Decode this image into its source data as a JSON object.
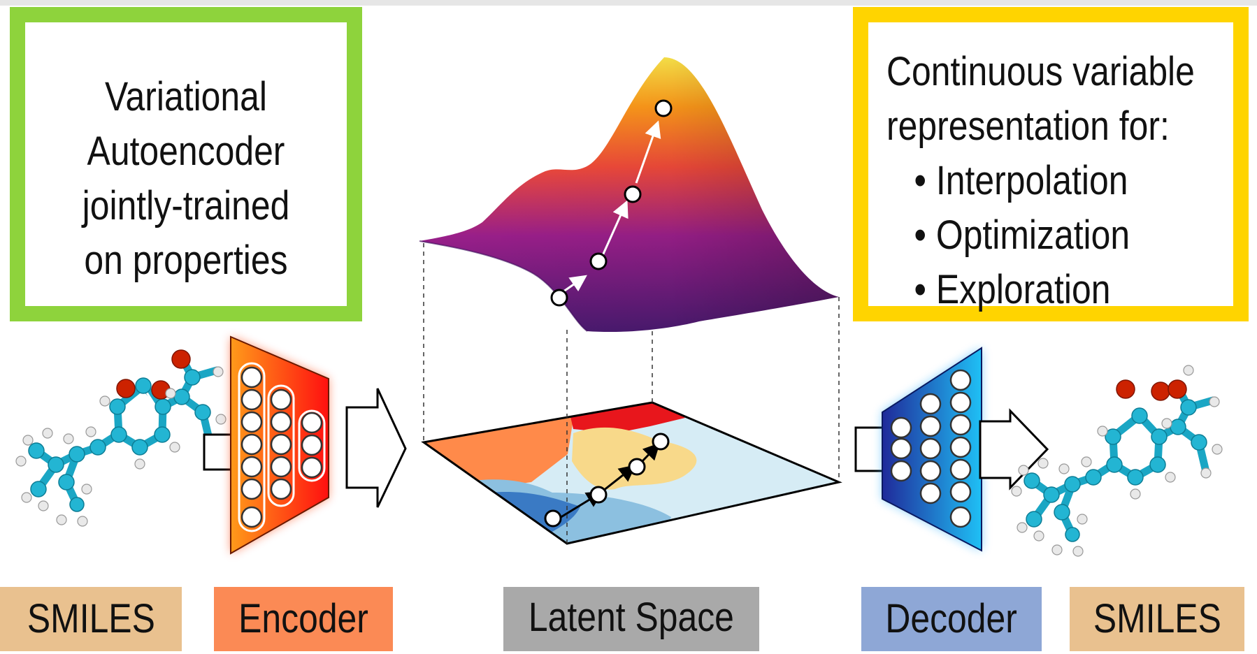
{
  "panel_left": {
    "lines": [
      "Variational",
      "Autoencoder",
      "jointly-trained",
      "on properties"
    ],
    "border_color": "#8ed33c"
  },
  "panel_right": {
    "heading_lines": [
      "Continuous variable",
      "representation for:"
    ],
    "bullets": [
      "Interpolation",
      "Optimization",
      "Exploration"
    ],
    "bullet_glyph": "•",
    "border_color": "#ffd400"
  },
  "labels": {
    "smiles_in": "SMILES",
    "encoder": "Encoder",
    "latent": "Latent Space",
    "decoder": "Decoder",
    "smiles_out": "SMILES"
  },
  "colors": {
    "encoder_gradient": [
      "#ff8a1a",
      "#ff1a1a"
    ],
    "decoder_gradient": [
      "#2233aa",
      "#22b8f0"
    ],
    "atom_carbon": "#23b5d3",
    "atom_oxygen": "#cc2200",
    "surface_gradient": [
      "#5a1a7a",
      "#ff6a1a",
      "#fff04a"
    ]
  },
  "icons": [
    "molecule-icon",
    "network-icon",
    "arrow-icon",
    "surface-plot",
    "latent-map"
  ]
}
